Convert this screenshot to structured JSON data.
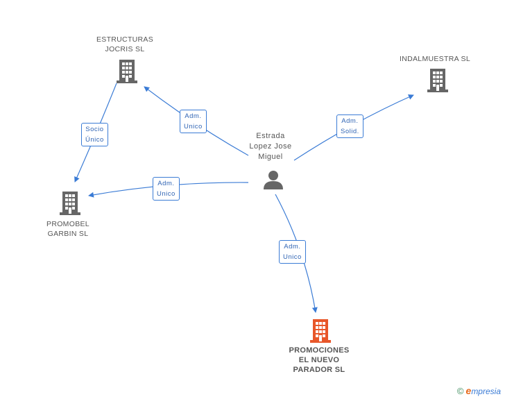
{
  "nodes": {
    "estructuras": {
      "line1": "ESTRUCTURAS",
      "line2": "JOCRIS SL"
    },
    "indalmuestra": {
      "line1": "INDALMUESTRA SL"
    },
    "promobel": {
      "line1": "PROMOBEL",
      "line2": "GARBIN SL"
    },
    "promociones": {
      "line1": "PROMOCIONES",
      "line2": "EL NUEVO",
      "line3": "PARADOR SL"
    },
    "person": {
      "line1": "Estrada",
      "line2": "Lopez Jose",
      "line3": "Miguel"
    }
  },
  "edges": {
    "adm_unico_estructuras": {
      "line1": "Adm.",
      "line2": "Unico"
    },
    "socio_unico": {
      "line1": "Socio",
      "line2": "Único"
    },
    "adm_unico_promobel": {
      "line1": "Adm.",
      "line2": "Unico"
    },
    "adm_solid": {
      "line1": "Adm.",
      "line2": "Solid."
    },
    "adm_unico_promociones": {
      "line1": "Adm.",
      "line2": "Unico"
    }
  },
  "colors": {
    "edge": "#3a7bd5",
    "building": "#666666",
    "main_building": "#e8572a"
  },
  "icons": {
    "company": "building-icon",
    "person": "person-icon"
  },
  "brand": {
    "copyright": "©",
    "e": "e",
    "rest": "mpresia"
  }
}
